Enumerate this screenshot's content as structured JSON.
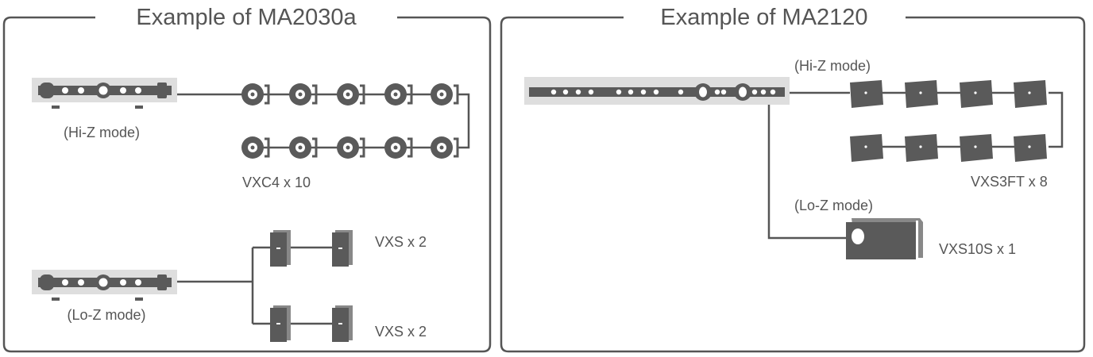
{
  "left_panel": {
    "title": "Example of MA2030a",
    "hiz_label": "(Hi-Z mode)",
    "loz_label": "(Lo-Z mode)",
    "ceiling_speakers_label": "VXC4 x 10",
    "box_speakers_top_label": "VXS x 2",
    "box_speakers_bottom_label": "VXS x 2"
  },
  "right_panel": {
    "title": "Example of MA2120",
    "hiz_label": "(Hi-Z mode)",
    "loz_label": "(Lo-Z mode)",
    "surface_speakers_label": "VXS3FT x 8",
    "subwoofer_label": "VXS10S x 1"
  },
  "colors": {
    "line": "#555555",
    "device": "#5a5a5a",
    "amp_bg": "#dedede"
  }
}
